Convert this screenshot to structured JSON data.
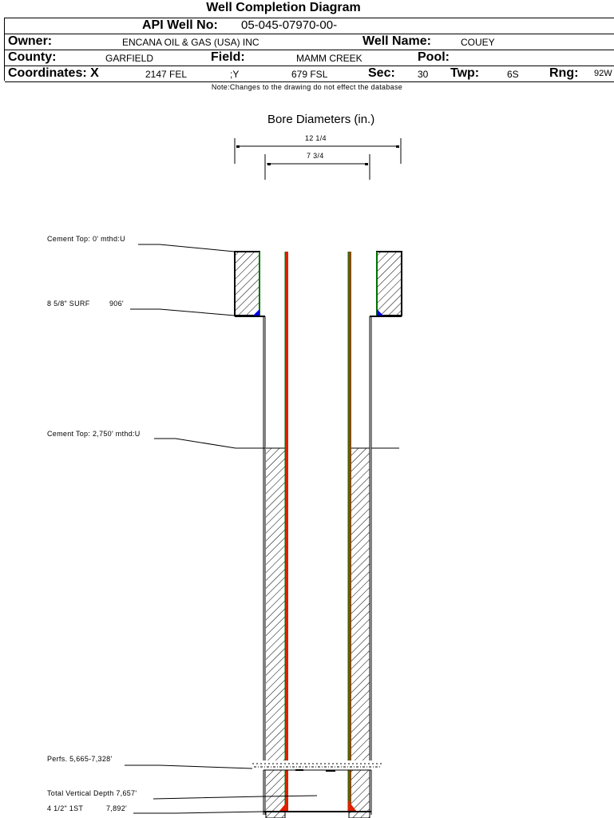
{
  "title": "Well Completion Diagram",
  "header": {
    "api_label": "API Well No:",
    "api_value": "05-045-07970-00-",
    "owner_label": "Owner:",
    "owner_value": "ENCANA OIL & GAS (USA) INC",
    "well_name_label": "Well Name:",
    "well_name_value": "COUEY",
    "county_label": "County:",
    "county_value": "GARFIELD",
    "field_label": "Field:",
    "field_value": "MAMM CREEK",
    "pool_label": "Pool:",
    "pool_value": "",
    "coords_label": "Coordinates: X",
    "coord_x_value": "2147 FEL",
    "coord_y_label": ";Y",
    "coord_y_value": "679 FSL",
    "sec_label": "Sec:",
    "sec_value": "30",
    "twp_label": "Twp:",
    "twp_value": "6S",
    "rng_label": "Rng:",
    "rng_value": "92W"
  },
  "note": "Note:Changes to the drawing do not effect the database",
  "bore": {
    "title": "Bore Diameters (in.)",
    "diameters": [
      "12 1/4",
      "7 3/4"
    ]
  },
  "annotations": {
    "cement_top_surface": "Cement Top: 0' mthd:U",
    "surface_casing": "8 5/8\" SURF",
    "surface_casing_depth": "906'",
    "cement_top_production": "Cement Top: 2,750' mthd:U",
    "perforations": "Perfs. 5,665-7,328'",
    "total_vertical_depth": "Total Vertical Depth 7,657'",
    "production_casing": "4 1/2\" 1ST",
    "production_casing_depth": "7,892'"
  },
  "colors": {
    "production_casing": "#e02000",
    "casing_edge": "#007000",
    "surface_shoe": "#0000e0",
    "production_casing_right": "#8a4a10"
  }
}
